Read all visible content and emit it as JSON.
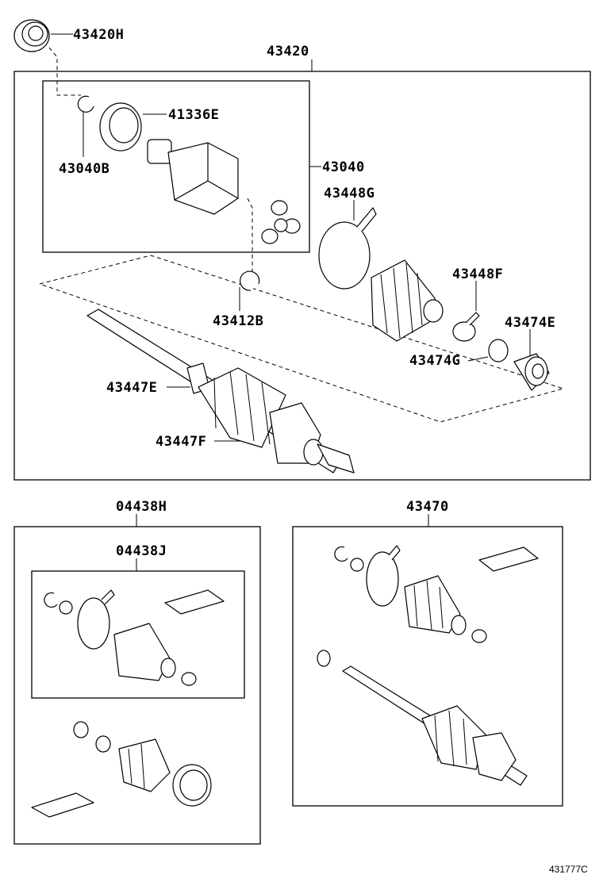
{
  "part_numbers": {
    "oil_seal": "43420H",
    "drive_shaft_assy": "43420",
    "dust_deflector": "41336E",
    "snap_ring": "43040B",
    "inboard_joint_assy": "43040",
    "boot_clamp_large": "43448G",
    "boot_clamp_small": "43448F",
    "damper": "43474E",
    "damper_clamp": "43474G",
    "shaft_snap_ring": "43412B",
    "outboard_clamp_small": "43447E",
    "outboard_clamp_large": "43447F",
    "boot_kit_outer": "04438H",
    "boot_kit_inner": "04438J",
    "shaft_assy_lh": "43470"
  },
  "reference_code": "431777C"
}
